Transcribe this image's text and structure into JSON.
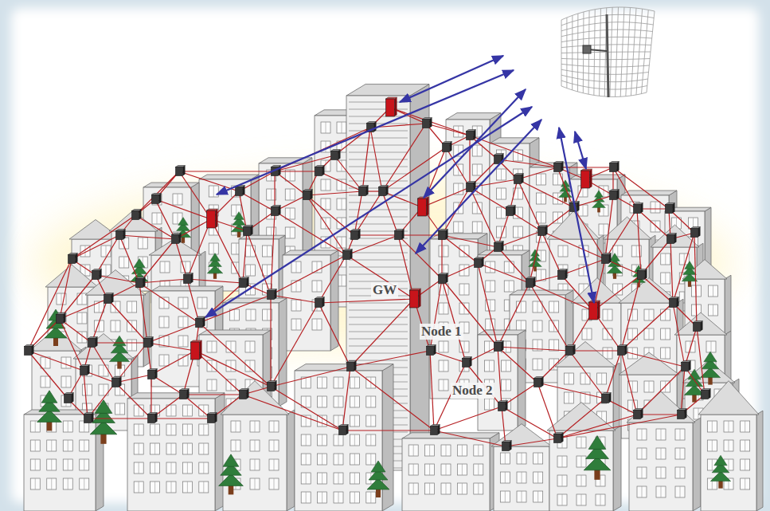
{
  "diagram": {
    "labels": [
      "GW",
      "Node 1",
      "Node 2"
    ]
  }
}
